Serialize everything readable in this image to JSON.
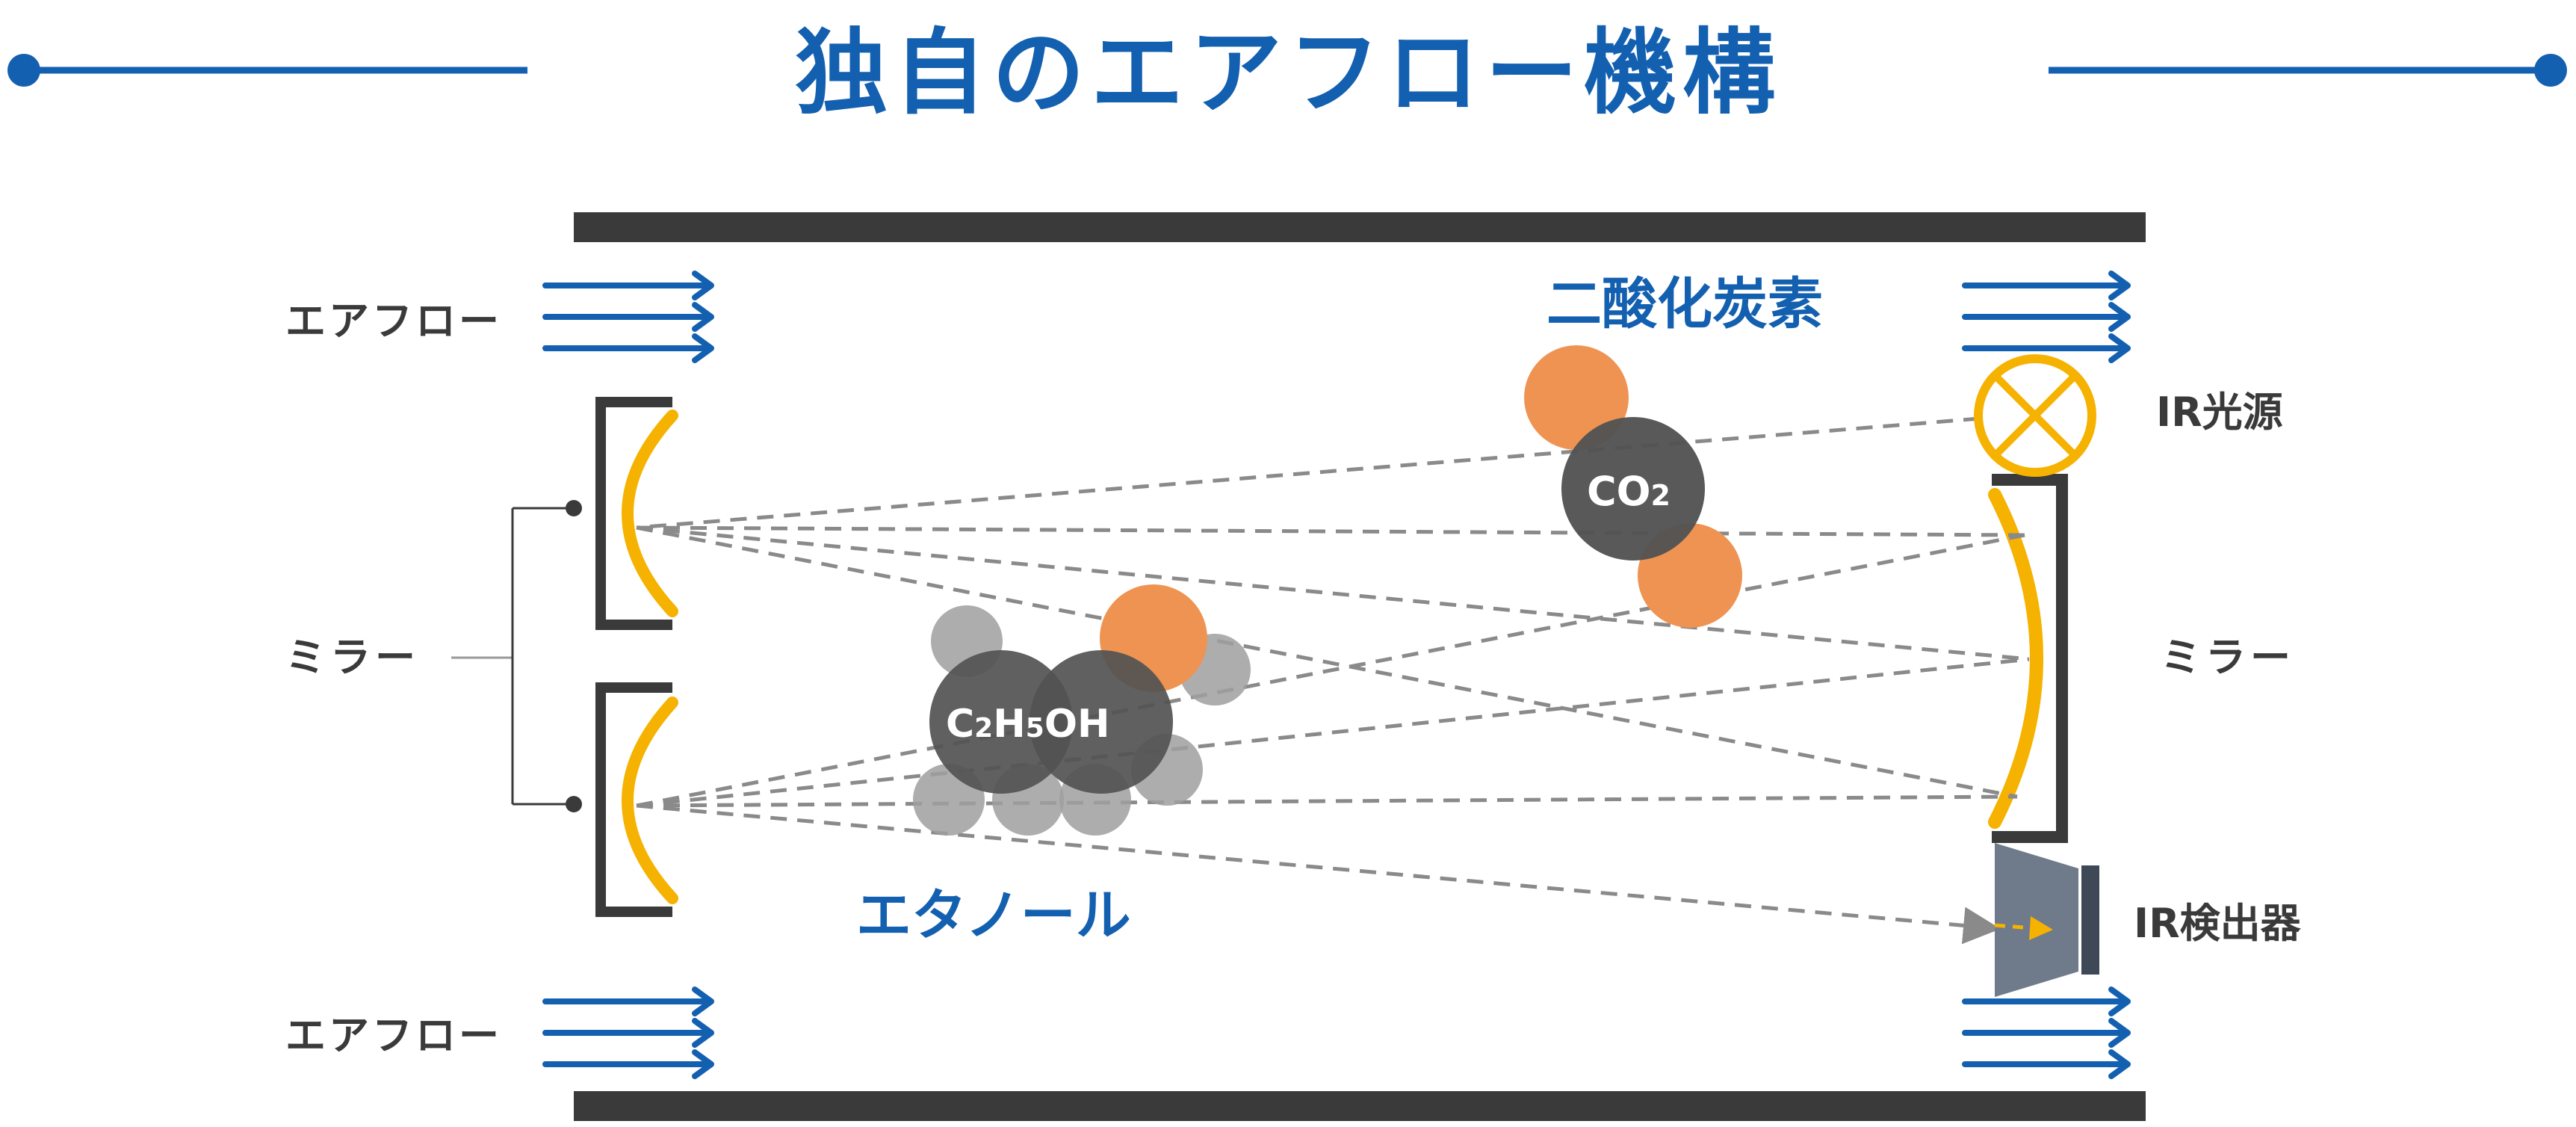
{
  "title": "独自のエアフロー機構",
  "labels": {
    "airflow_top": "エアフロー",
    "airflow_bottom": "エアフロー",
    "mirror_left": "ミラー",
    "mirror_right": "ミラー",
    "ir_source": "IR光源",
    "ir_detector": "IR検出器",
    "co2_name": "二酸化炭素",
    "ethanol_name": "エタノール"
  },
  "molecules": {
    "co2": {
      "c": "CO",
      "sub": "2"
    },
    "ethanol": {
      "c1": "C",
      "s1": "2",
      "h": "H",
      "s2": "5",
      "oh": "OH"
    }
  },
  "colors": {
    "accent_blue": "#1460b0",
    "frame_dark": "#3a3a3a",
    "mirror_yellow": "#f6b200",
    "oxygen_orange": "#ef9352",
    "carbon_dark": "#525252",
    "hydrogen_gray": "#9f9f9f",
    "detector_slate": "#6f7a8a",
    "beam_gray": "#8a8a8a"
  }
}
